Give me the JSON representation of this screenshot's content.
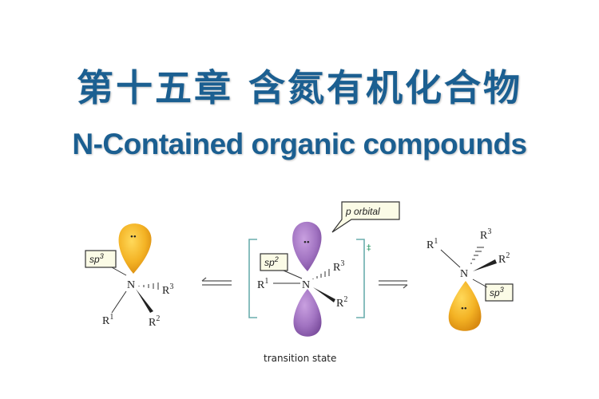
{
  "title": {
    "chinese": "第十五章 含氮有机化合物",
    "english": "N-Contained organic compounds"
  },
  "diagram": {
    "left": {
      "atom": "N",
      "hybrid_label": "sp",
      "hybrid_sup": "3",
      "substituents": [
        {
          "r": "R",
          "n": "1"
        },
        {
          "r": "R",
          "n": "2"
        },
        {
          "r": "R",
          "n": "3"
        }
      ],
      "lone_pair": "••"
    },
    "center": {
      "atom": "N",
      "hybrid_label": "sp",
      "hybrid_sup": "2",
      "orbital_label": "p orbital",
      "substituents": [
        {
          "r": "R",
          "n": "1"
        },
        {
          "r": "R",
          "n": "2"
        },
        {
          "r": "R",
          "n": "3"
        }
      ],
      "lone_pair": "••",
      "dagger": "‡",
      "caption": "transition state"
    },
    "right": {
      "atom": "N",
      "hybrid_label": "sp",
      "hybrid_sup": "3",
      "substituents": [
        {
          "r": "R",
          "n": "1"
        },
        {
          "r": "R",
          "n": "2"
        },
        {
          "r": "R",
          "n": "3"
        }
      ],
      "lone_pair": "••"
    },
    "colors": {
      "title": "#1b5f91",
      "sp3_orbital": "#f0b020",
      "p_orbital": "#a070c0",
      "bracket": "#6aaeae",
      "label_box": "#fbfbe6"
    }
  }
}
